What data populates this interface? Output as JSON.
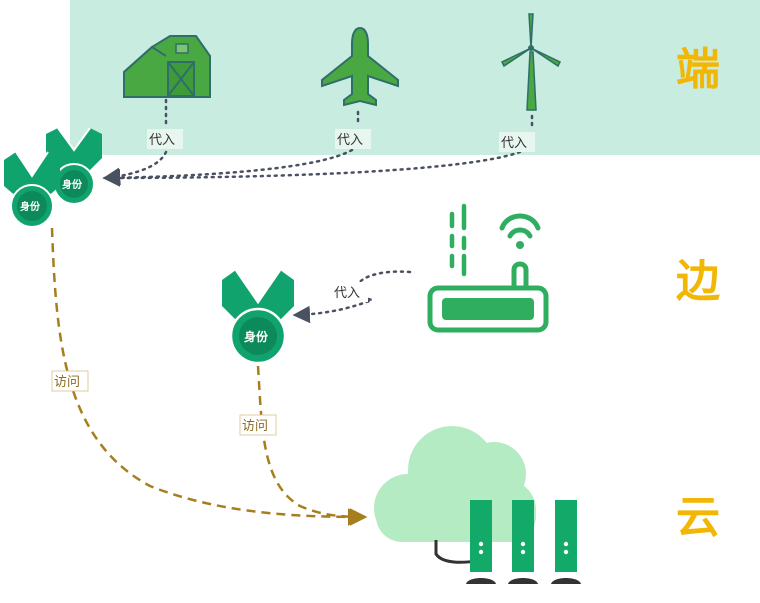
{
  "tiers": {
    "device": {
      "label": "端"
    },
    "edge": {
      "label": "边"
    },
    "cloud": {
      "label": "云"
    }
  },
  "labels": {
    "proxy": "代入",
    "access": "访问",
    "identity": "身份"
  },
  "colors": {
    "band": "#c9ece0",
    "device_green": "#4aa843",
    "device_stroke": "#2f6e6a",
    "badge_green": "#10a36e",
    "badge_dark": "#0d8a5c",
    "router_green": "#2fae60",
    "cloud_light": "#b5ebc2",
    "server_green": "#13a968",
    "tier_yellow": "#f2b705",
    "proxy_arrow": "#4a5160",
    "access_arrow": "#a77e1e"
  },
  "icons": [
    "barn-icon",
    "airplane-icon",
    "wind-turbine-icon",
    "router-icon",
    "cloud-icon",
    "server-icon",
    "identity-badge-icon"
  ]
}
